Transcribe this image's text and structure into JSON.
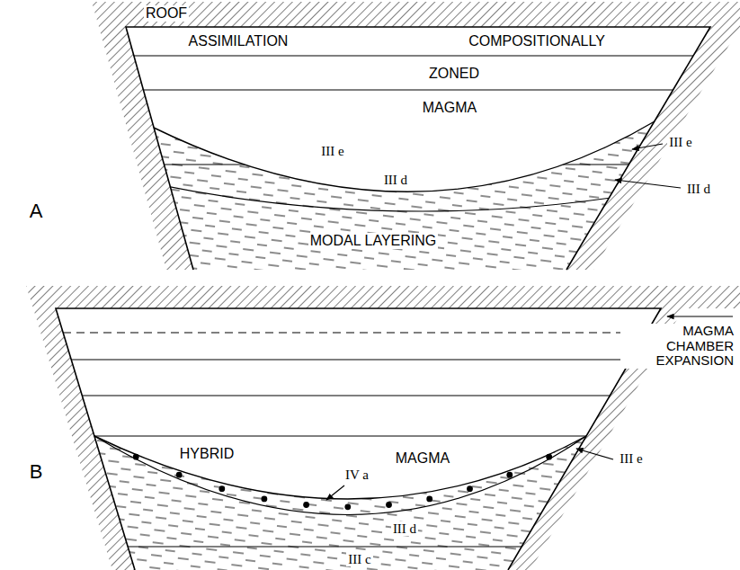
{
  "diagram": {
    "labels": [
      "ROOF",
      "ASSIMILATION",
      "COMPOSITIONALLY",
      "ZONED",
      "MAGMA",
      "III e",
      "III e",
      "III d",
      "III d",
      "A",
      "MODAL LAYERING",
      "MAGMA CHAMBER EXPANSION",
      "IV a",
      "HYBRID",
      "MAGMA",
      "III e",
      "III d",
      "III c",
      "B"
    ]
  }
}
